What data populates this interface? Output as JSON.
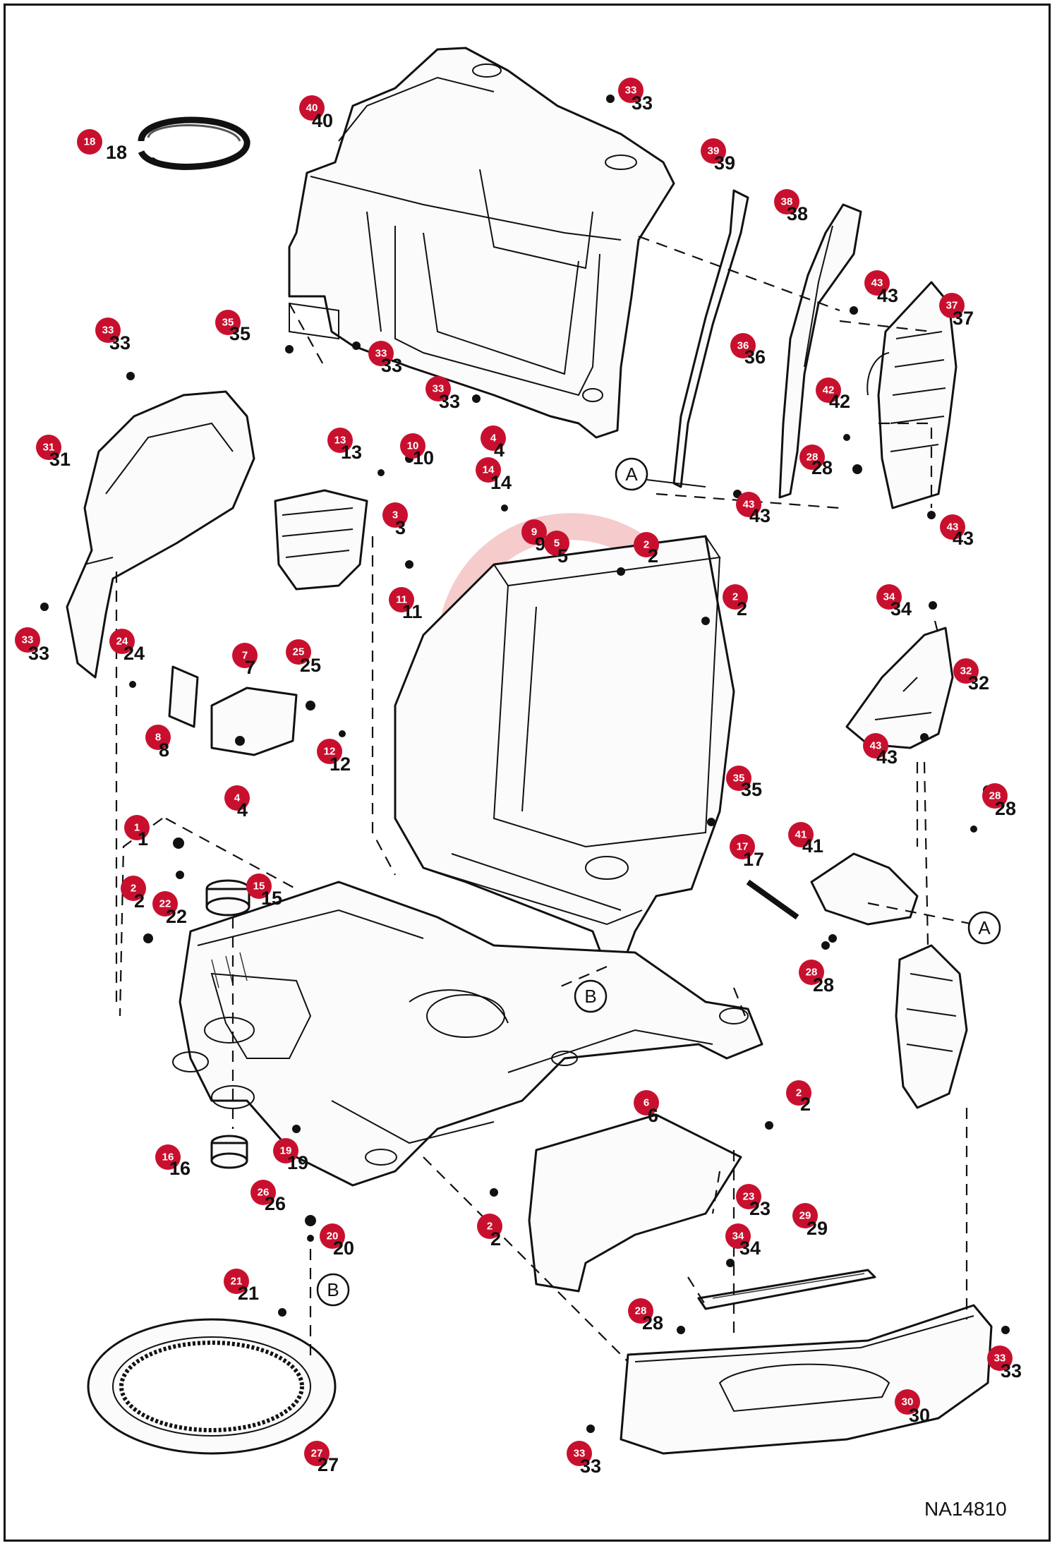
{
  "drawing_code": "NA14810",
  "reference_marks": [
    "A",
    "B"
  ],
  "callouts": [
    "1",
    "2",
    "3",
    "4",
    "5",
    "6",
    "7",
    "8",
    "9",
    "10",
    "11",
    "12",
    "13",
    "14",
    "15",
    "16",
    "17",
    "18",
    "19",
    "20",
    "21",
    "22",
    "23",
    "24",
    "25",
    "26",
    "27",
    "28",
    "29",
    "30",
    "31",
    "32",
    "33",
    "34",
    "35",
    "36",
    "37",
    "38",
    "39",
    "40",
    "41",
    "42",
    "43"
  ],
  "colors": {
    "badge": "#c8102e",
    "line": "#111111",
    "watermark": "#f2b9b9"
  }
}
